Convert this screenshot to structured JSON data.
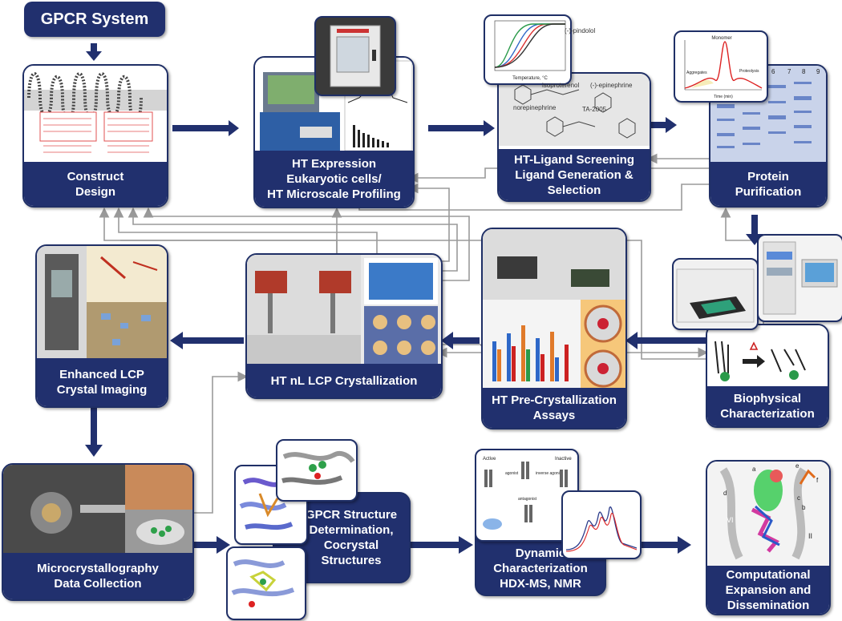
{
  "title": "GPCR System",
  "nodes": {
    "construct": [
      "Construct",
      "Design"
    ],
    "expression": [
      "HT Expression",
      "Eukaryotic cells/",
      "HT Microscale Profiling"
    ],
    "ligand": [
      "HT-Ligand Screening",
      "Ligand Generation &",
      "Selection"
    ],
    "purification": [
      "Protein",
      "Purification"
    ],
    "imaging": [
      "Enhanced LCP",
      "Crystal Imaging"
    ],
    "crystallization": [
      "HT nL LCP Crystallization"
    ],
    "precryst": [
      "HT Pre-Crystallization",
      "Assays"
    ],
    "biophysical": [
      "Biophysical",
      "Characterization"
    ],
    "microcryst": [
      "Microcrystallography",
      "Data Collection"
    ],
    "structure": [
      "GPCR Structure",
      "Determination,",
      "Cocrystal",
      "Structures"
    ],
    "dynamic": [
      "Dynamic",
      "Characterization",
      "HDX-MS, NMR"
    ],
    "computational": [
      "Computational",
      "Expansion and",
      "Dissemination"
    ]
  },
  "inset_text": {
    "ligand_names": [
      "(-)-pindolol",
      "isoproterenol",
      "(-)-epinephrine",
      "norepinephrine",
      "TA-2005"
    ],
    "melting_axis": [
      "Temperature, °C"
    ],
    "sec_labels": [
      "Monomer",
      "Aggregates",
      "Proteolysis",
      "Time (min)"
    ],
    "gel_lanes": [
      "6",
      "7",
      "8",
      "9"
    ],
    "structure_helix_labels": [
      "VI",
      "II",
      "a",
      "b",
      "c",
      "d",
      "e",
      "f"
    ],
    "dynamic_states": [
      "Active",
      "Inactive",
      "agonist",
      "inverse agonist",
      "antagonist"
    ]
  },
  "colors": {
    "navy": "#21306e",
    "arrow": "#21306e",
    "feedback": "#9a9a9a"
  }
}
